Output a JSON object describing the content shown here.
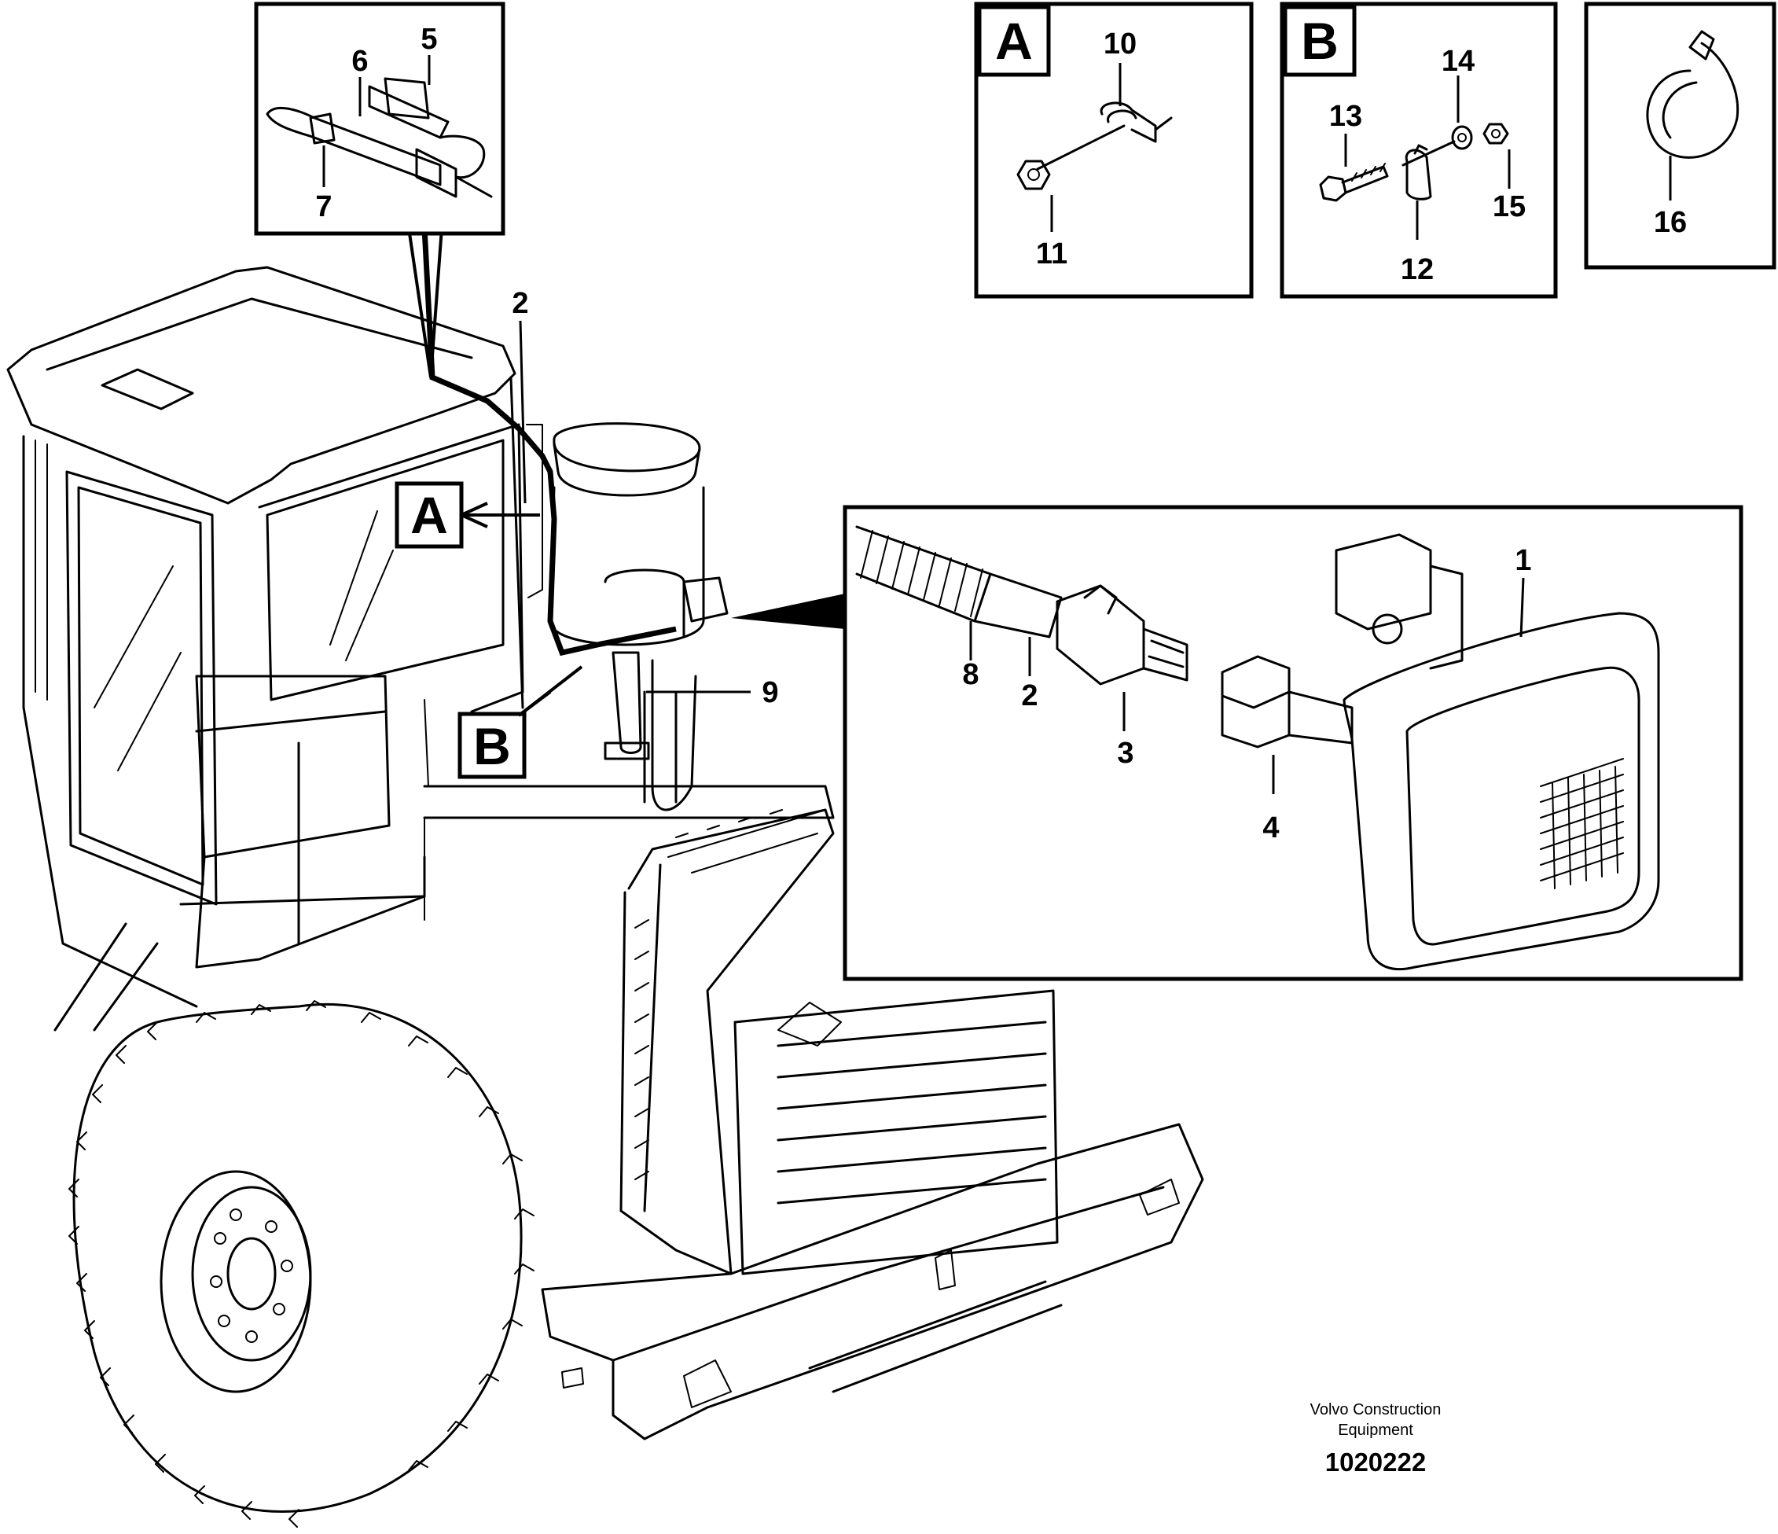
{
  "callouts": {
    "c1": "1",
    "c2a": "2",
    "c2b": "2",
    "c3": "3",
    "c4": "4",
    "c5": "5",
    "c6": "6",
    "c7": "7",
    "c8": "8",
    "c9": "9",
    "c10": "10",
    "c11": "11",
    "c12": "12",
    "c13": "13",
    "c14": "14",
    "c15": "15",
    "c16": "16"
  },
  "details": {
    "a_box": "A",
    "b_box": "B",
    "a_ref": "A",
    "b_ref": "B"
  },
  "credit": {
    "company_line1": "Volvo Construction",
    "company_line2": "Equipment",
    "drawing_number": "1020222"
  }
}
